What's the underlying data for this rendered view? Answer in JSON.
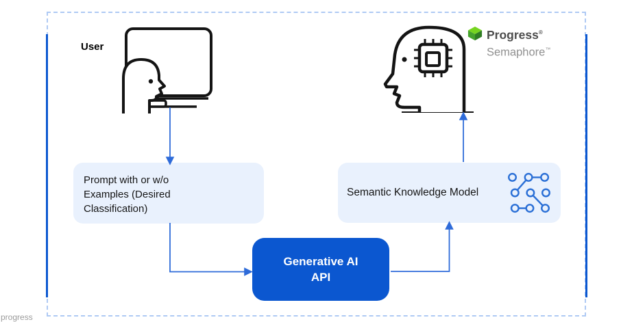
{
  "diagram": {
    "user_label": "User",
    "prompt_box": {
      "line1": "Prompt with or w/o",
      "line2": "Examples (Desired",
      "line3": "Classification)"
    },
    "genai_box": {
      "line1": "Generative AI",
      "line2": "API"
    },
    "semantic_box": {
      "label": "Semantic Knowledge Model"
    },
    "icons": {
      "user": "person-at-computer-icon",
      "ai_head": "head-with-chip-icon",
      "knowledge_graph": "network-graph-icon",
      "logo_mark": "progress-green-cube-icon"
    },
    "flow": [
      "user -> prompt box",
      "prompt box -> generative ai api",
      "generative ai api -> semantic knowledge model",
      "semantic knowledge model -> ai head"
    ]
  },
  "logo": {
    "brand": "Progress",
    "brand_mark": "®",
    "product": "Semaphore",
    "product_mark": "™"
  },
  "watermark": "progress",
  "colors": {
    "accent_blue": "#0b57d0",
    "arrow_blue": "#2e6bd9",
    "light_box_fill": "#e9f1fd",
    "dashed_border": "#aec9f4",
    "icon_stroke": "#141414",
    "network_blue": "#2a6fd6",
    "logo_green_bright": "#76d41f",
    "logo_green_mid": "#45a32c",
    "logo_green_dark": "#2f7d23",
    "logo_gray": "#4d4d4d",
    "logo_light_gray": "#909090"
  }
}
